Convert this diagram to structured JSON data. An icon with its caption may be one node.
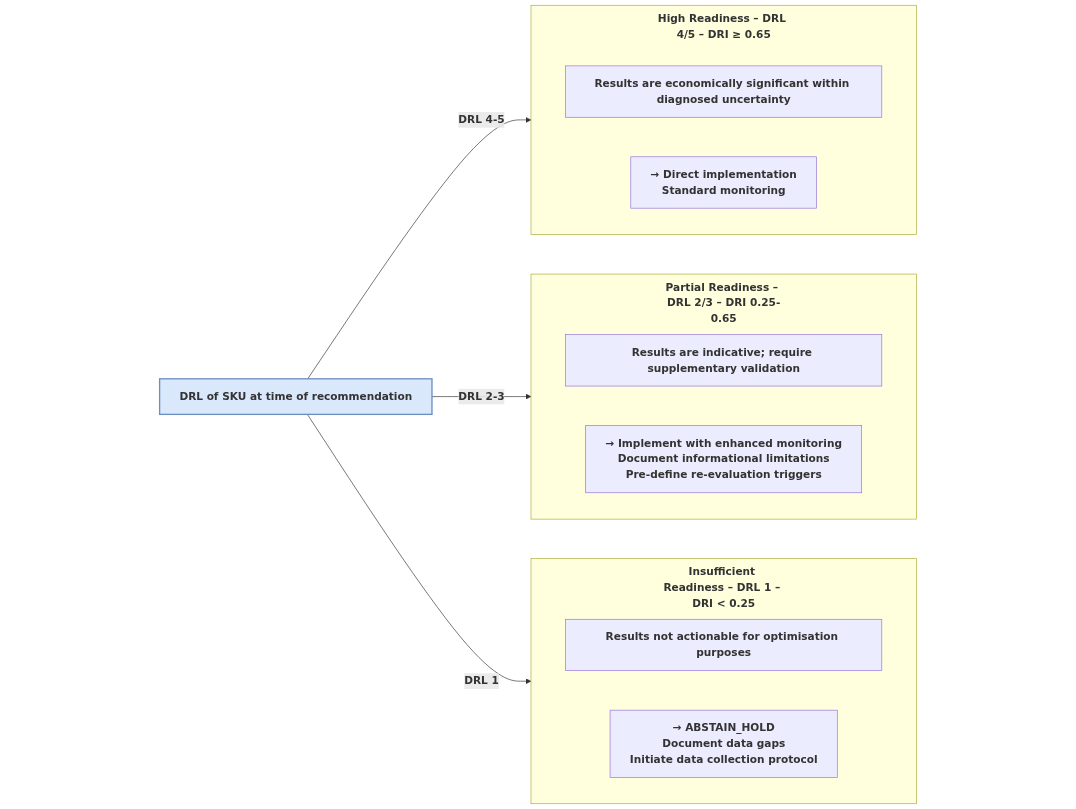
{
  "diagram": {
    "nodes": [
      {
        "text": [
          "DRL of SKU at time of recommendation"
        ]
      },
      {
        "text": [
          "High Readiness – DRL 4/5 – DRI ≥ 0.65"
        ]
      },
      {
        "text": [
          "Results are economically significant within diagnosed uncertainty"
        ],
        "in": 1
      },
      {
        "text": [
          "→ Direct implementation",
          "Standard monitoring"
        ],
        "in": 1
      },
      {
        "text": [
          "Partial Readiness – DRL 2/3 – DRI 0.25-0.65"
        ]
      },
      {
        "text": [
          "Results are indicative; require supplementary validation"
        ],
        "in": 4
      },
      {
        "text": [
          "→ Implement with enhanced monitoring",
          "Document informational limitations",
          "Pre-define re-evaluation triggers"
        ],
        "in": 4
      },
      {
        "text": [
          "Insufficient Readiness – DRL 1 – DRI < 0.25"
        ]
      },
      {
        "text": [
          "Results not actionable for optimisation purposes"
        ],
        "in": 7
      },
      {
        "text": [
          "→ ABSTAIN_HOLD",
          "Document data gaps",
          "Initiate data collection protocol"
        ],
        "in": 7
      }
    ],
    "edges": [
      {
        "from": 0,
        "to": 1,
        "arrow": "to",
        "label": "DRL 4-5"
      },
      {
        "from": 0,
        "to": 4,
        "arrow": "to",
        "label": "DRL 2-3"
      },
      {
        "from": 0,
        "to": 7,
        "arrow": "to",
        "label": "DRL 1"
      }
    ]
  }
}
